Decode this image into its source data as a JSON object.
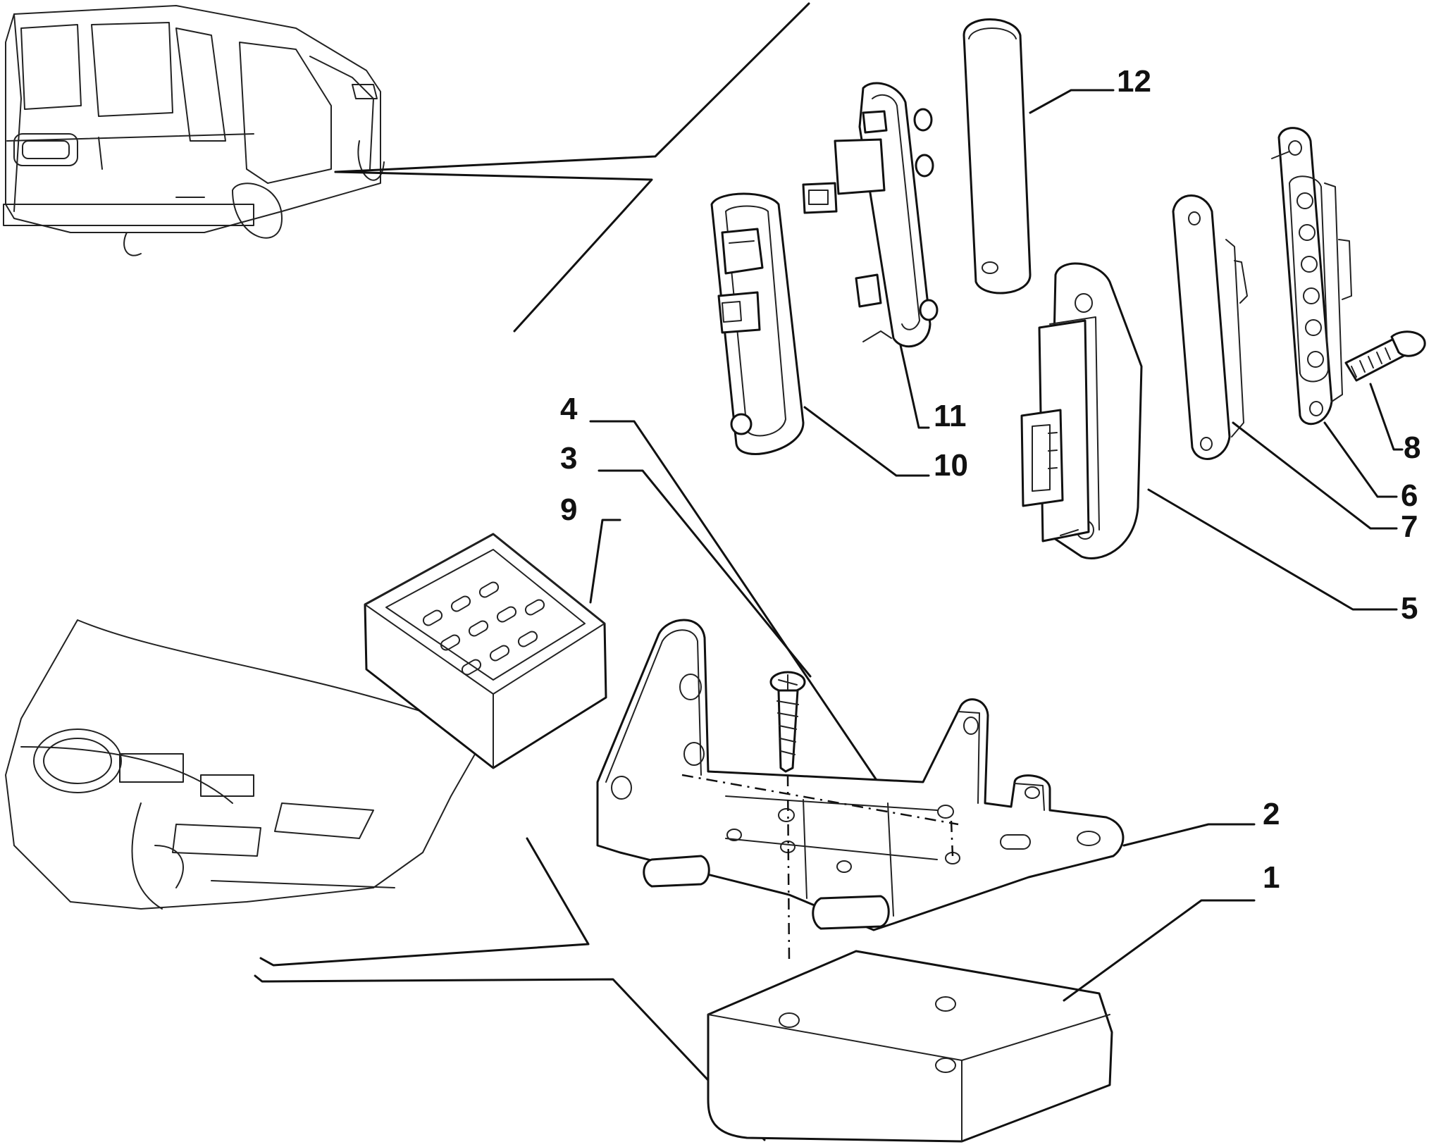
{
  "callouts": [
    {
      "id": "1",
      "label": "1"
    },
    {
      "id": "2",
      "label": "2"
    },
    {
      "id": "3",
      "label": "3"
    },
    {
      "id": "4",
      "label": "4"
    },
    {
      "id": "5",
      "label": "5"
    },
    {
      "id": "6",
      "label": "6"
    },
    {
      "id": "7",
      "label": "7"
    },
    {
      "id": "8",
      "label": "8"
    },
    {
      "id": "9",
      "label": "9"
    },
    {
      "id": "10",
      "label": "10"
    },
    {
      "id": "11",
      "label": "11"
    },
    {
      "id": "12",
      "label": "12"
    }
  ],
  "colors": {
    "line": "#111111",
    "background": "#ffffff"
  }
}
